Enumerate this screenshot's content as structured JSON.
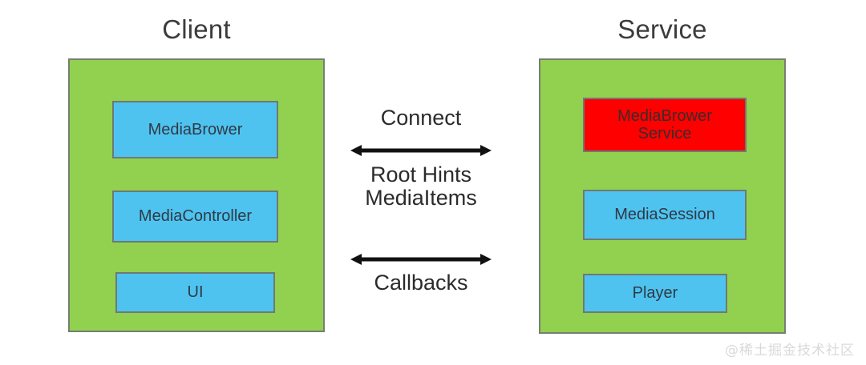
{
  "diagram": {
    "title_client": "Client",
    "title_service": "Service",
    "client": {
      "boxes": [
        {
          "label": "MediaBrower",
          "color": "#4fc3f0"
        },
        {
          "label": "MediaController",
          "color": "#4fc3f0"
        },
        {
          "label": "UI",
          "color": "#4fc3f0"
        }
      ]
    },
    "service": {
      "boxes": [
        {
          "label": "MediaBrower Service",
          "color": "#fe0000"
        },
        {
          "label": "MediaSession",
          "color": "#4fc3f0"
        },
        {
          "label": "Player",
          "color": "#4fc3f0"
        }
      ]
    },
    "center": {
      "connect_label": "Connect",
      "root_hints_label": "Root Hints",
      "media_items_label": "MediaItems",
      "callbacks_label": "Callbacks",
      "arrow_top_name": "double-arrow-icon",
      "arrow_bottom_name": "double-arrow-icon"
    },
    "colors": {
      "panel_green": "#92d050",
      "box_blue": "#4fc3f0",
      "box_red": "#fe0000",
      "border_gray": "#6e7a73",
      "text_dark": "#2f3a45",
      "arrow_black": "#111111"
    },
    "watermark": "@稀土掘金技术社区"
  }
}
